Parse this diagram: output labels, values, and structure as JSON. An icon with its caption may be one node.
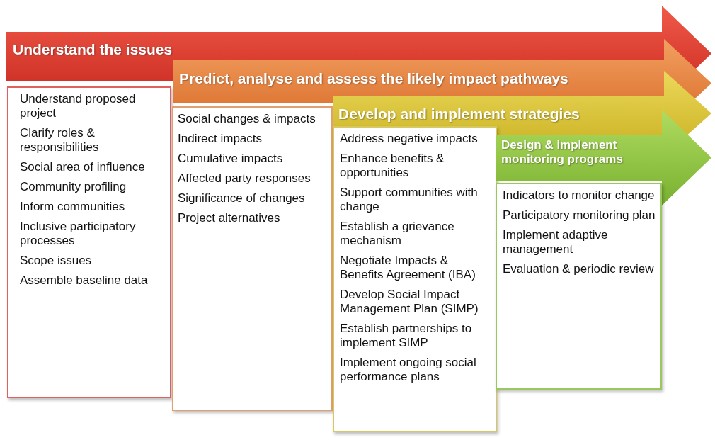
{
  "diagram": {
    "nodes": [
      {
        "text": [
          "Understand the issues"
        ]
      },
      {
        "text": [
          "Understand proposed project",
          "Clarify roles & responsibilities",
          "Social area of influence",
          "Community profiling",
          "Inform communities",
          "Inclusive participatory processes",
          "Scope issues",
          "Assemble baseline data"
        ]
      },
      {
        "text": [
          "Predict, analyse and assess the likely impact pathways"
        ]
      },
      {
        "text": [
          "Social changes & impacts",
          "Indirect impacts",
          "Cumulative impacts",
          "Affected party responses",
          "Significance of changes",
          "Project alternatives"
        ]
      },
      {
        "text": [
          "Develop and implement strategies"
        ]
      },
      {
        "text": [
          "Address negative impacts",
          "Enhance benefits & opportunities",
          "Support communities with change",
          "Establish a grievance mechanism",
          "Negotiate Impacts & Benefits Agreement (IBA)",
          "Develop Social Impact Management Plan (SIMP)",
          "Establish partnerships to implement SIMP",
          "Implement ongoing social performance plans"
        ]
      },
      {
        "text": [
          "Design & implement monitoring programs"
        ]
      },
      {
        "text": [
          "Indicators to monitor change",
          "Participatory monitoring plan",
          "Implement adaptive management",
          "Evaluation & periodic review"
        ]
      }
    ]
  }
}
